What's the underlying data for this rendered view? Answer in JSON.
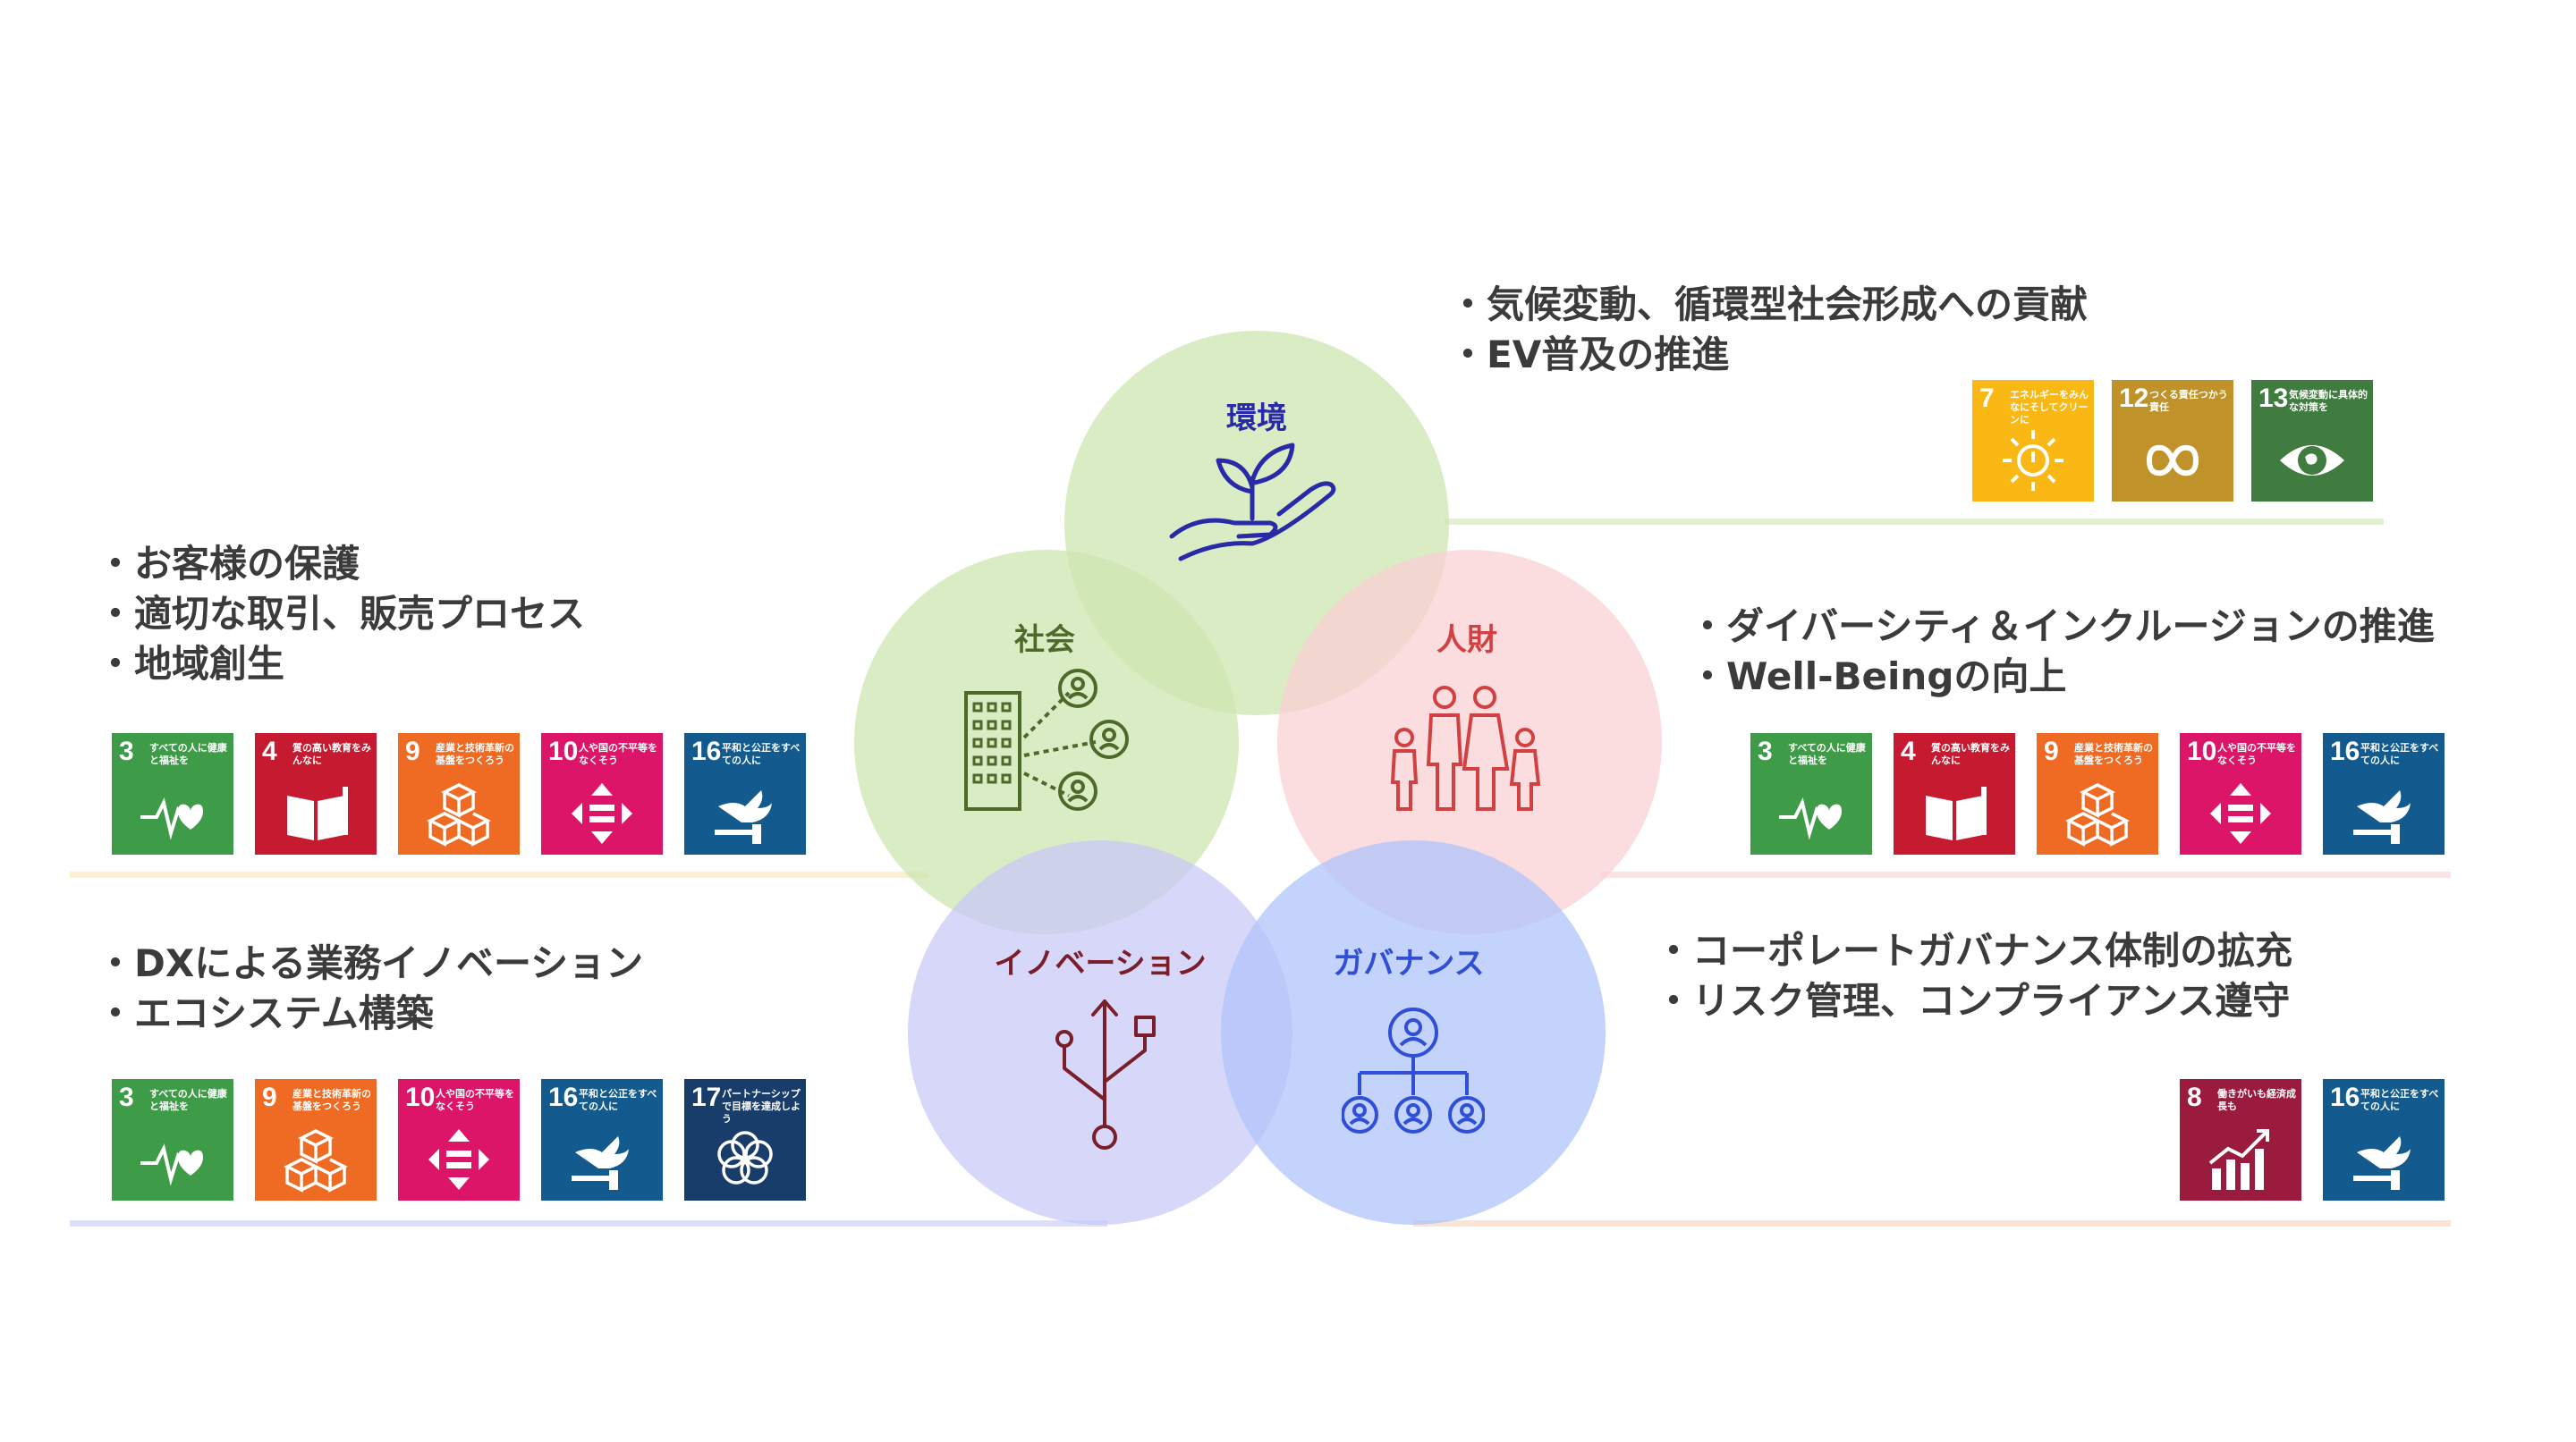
{
  "circles": {
    "environment": {
      "label": "環境",
      "color": "#2a2aa8"
    },
    "society": {
      "label": "社会",
      "color": "#4d6a2a"
    },
    "human": {
      "label": "人財",
      "color": "#d24141"
    },
    "innovation": {
      "label": "イノベーション",
      "color": "#7a1e2a"
    },
    "governance": {
      "label": "ガバナンス",
      "color": "#2f4fd6"
    }
  },
  "blocks": {
    "environment": {
      "bullets": [
        "・気候変動、循環型社会形成への貢献",
        "・EV普及の推進"
      ]
    },
    "society": {
      "bullets": [
        "・お客様の保護",
        "・適切な取引、販売プロセス",
        "・地域創生"
      ]
    },
    "human": {
      "bullets": [
        "・ダイバーシティ＆インクルージョンの推進",
        "・Well-Beingの向上"
      ]
    },
    "innovation": {
      "bullets": [
        "・DXによる業務イノベーション",
        "・エコシステム構築"
      ]
    },
    "governance": {
      "bullets": [
        "・コーポレートガバナンス体制の拡充",
        "・リスク管理、コンプライアンス遵守"
      ]
    }
  },
  "sdg_goals": {
    "g3": {
      "num": "3",
      "text": "すべての人に健康と福祉を",
      "color": "#3e9c48",
      "icon": "heartbeat-icon"
    },
    "g4": {
      "num": "4",
      "text": "質の高い教育をみんなに",
      "color": "#c51a30",
      "icon": "book-icon"
    },
    "g7": {
      "num": "7",
      "text": "エネルギーをみんなにそしてクリーンに",
      "color": "#f9b813",
      "icon": "sun-icon"
    },
    "g8": {
      "num": "8",
      "text": "働きがいも経済成長も",
      "color": "#9b1b3f",
      "icon": "growth-chart-icon"
    },
    "g9": {
      "num": "9",
      "text": "産業と技術革新の基盤をつくろう",
      "color": "#ef6a23",
      "icon": "cubes-icon"
    },
    "g10": {
      "num": "10",
      "text": "人や国の不平等をなくそう",
      "color": "#dd1568",
      "icon": "equality-icon"
    },
    "g12": {
      "num": "12",
      "text": "つくる責任つかう責任",
      "color": "#c0922a",
      "icon": "infinity-icon"
    },
    "g13": {
      "num": "13",
      "text": "気候変動に具体的な対策を",
      "color": "#407c3f",
      "icon": "eye-globe-icon"
    },
    "g16": {
      "num": "16",
      "text": "平和と公正をすべての人に",
      "color": "#135b8e",
      "icon": "dove-icon"
    },
    "g17": {
      "num": "17",
      "text": "パートナーシップで目標を達成しよう",
      "color": "#193d6a",
      "icon": "flower-rings-icon"
    }
  }
}
